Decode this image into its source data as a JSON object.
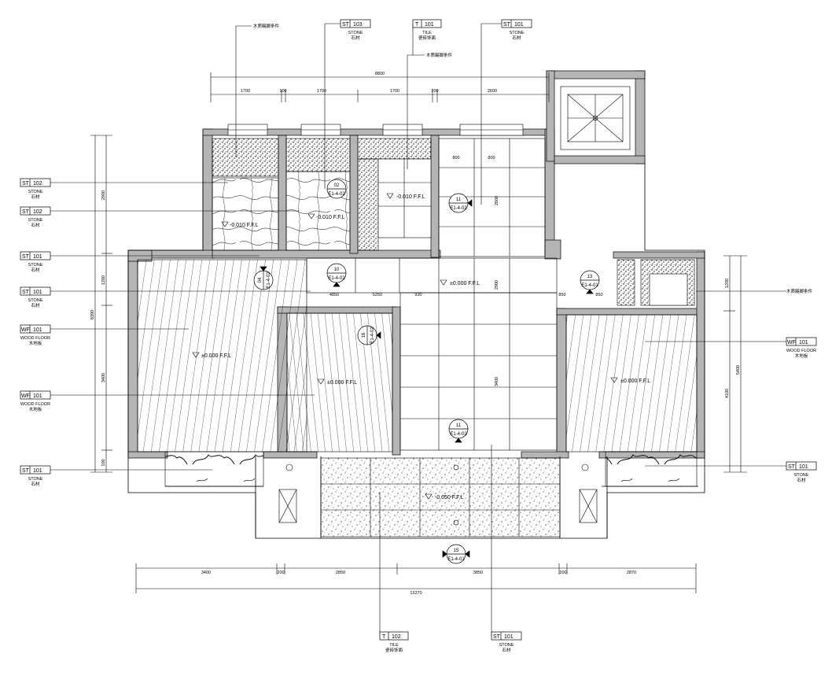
{
  "colors": {
    "line": "#000000",
    "wall": "#b5b5b5",
    "paper": "#ffffff"
  },
  "tags": [
    {
      "code": "ST",
      "num": "102",
      "sub": "STONE",
      "cn": "石材"
    },
    {
      "code": "ST",
      "num": "102",
      "sub": "STONE",
      "cn": "石材"
    },
    {
      "code": "ST",
      "num": "101",
      "sub": "STONE",
      "cn": "石材"
    },
    {
      "code": "ST",
      "num": "101",
      "sub": "STONE",
      "cn": "石材"
    },
    {
      "code": "WF",
      "num": "101",
      "sub": "WOOD FLOOR",
      "cn": "木地板"
    },
    {
      "code": "WF",
      "num": "101",
      "sub": "WOOD FLOOR",
      "cn": "木地板"
    },
    {
      "code": "ST",
      "num": "101",
      "sub": "STONE",
      "cn": "石材"
    },
    {
      "code": "ST",
      "num": "103",
      "sub": "STONE",
      "cn": "石材"
    },
    {
      "code": "T",
      "num": "101",
      "sub": "TILE",
      "cn": "瓷砖饰面"
    },
    {
      "code": "ST",
      "num": "101",
      "sub": "STONE",
      "cn": "石材"
    },
    {
      "code": "WF",
      "num": "101",
      "sub": "WOOD FLOOR",
      "cn": "木地板"
    },
    {
      "code": "ST",
      "num": "101",
      "sub": "STONE",
      "cn": "石材"
    },
    {
      "code": "T",
      "num": "102",
      "sub": "TILE",
      "cn": "瓷砖饰面"
    },
    {
      "code": "ST",
      "num": "101",
      "sub": "STONE",
      "cn": "石材"
    }
  ],
  "notes": [
    "木质踢脚条件",
    "木质踢脚条件",
    "木质踢脚条件"
  ],
  "levels": [
    "-0.010 F.F.L",
    "-0.010 F.F.L",
    "-0.010 F.F.L",
    "±0.000 F.F.L",
    "±0.000 F.F.L",
    "±0.000 F.F.L",
    "±0.000 F.F.L",
    "-0.050 F.F.L"
  ],
  "dims_top": [
    "8800",
    "1700",
    "100",
    "1700",
    "1700",
    "200",
    "2600"
  ],
  "dims_bottom": [
    "3400",
    "200",
    "2850",
    "3850",
    "200",
    "2870",
    "13270"
  ],
  "dims_left": [
    "2900",
    "1200",
    "8390",
    "3400",
    "100"
  ],
  "dims_right": [
    "1200",
    "5400",
    "4100"
  ],
  "dims_inner": [
    "4850",
    "5250",
    "930",
    "2600",
    "850",
    "850",
    "800",
    "800",
    "3400",
    "2900"
  ],
  "sections": [
    {
      "num": "11",
      "ref": "E1-4-02"
    },
    {
      "num": "10",
      "ref": "E1-4-02"
    },
    {
      "num": "04",
      "ref": "E1-4-02"
    },
    {
      "num": "16",
      "ref": "E1-4-02"
    },
    {
      "num": "02",
      "ref": "E1-4-02"
    },
    {
      "num": "13",
      "ref": "E1-4-01"
    },
    {
      "num": "11",
      "ref": "E1-4-02"
    },
    {
      "num": "15",
      "ref": "E1-4-01"
    }
  ]
}
